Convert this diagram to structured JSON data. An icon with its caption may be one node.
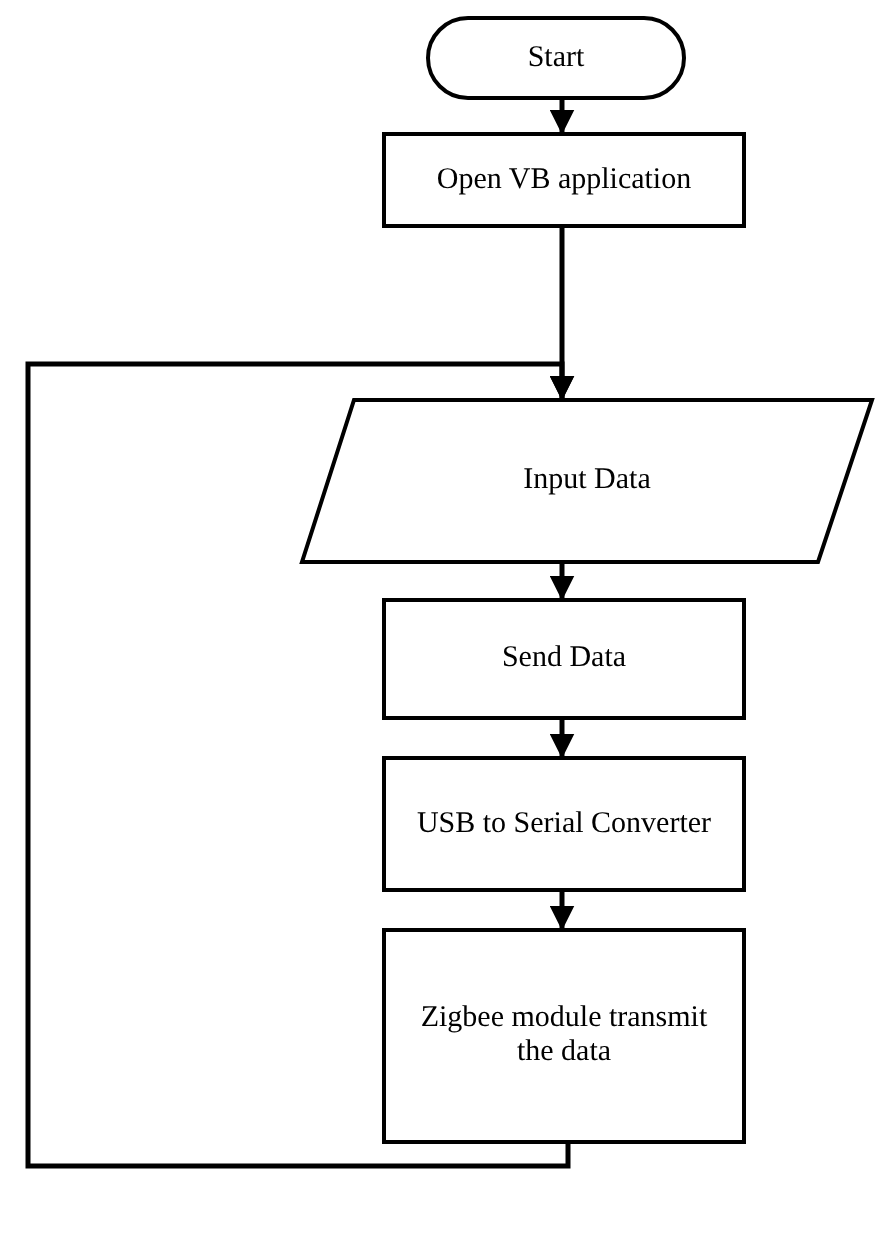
{
  "diagram": {
    "nodes": [
      {
        "text": [
          "Start"
        ]
      },
      {
        "text": [
          "Open VB application"
        ]
      },
      {
        "text": [
          "Input Data"
        ]
      },
      {
        "text": [
          "Send Data"
        ]
      },
      {
        "text": [
          "USB to Serial Converter"
        ]
      },
      {
        "text": [
          "Zigbee module transmit the data"
        ]
      }
    ],
    "edges": [
      {
        "from": 0,
        "to": 1,
        "arrow": "to"
      },
      {
        "from": 1,
        "to": 2,
        "arrow": "to"
      },
      {
        "from": 2,
        "to": 3,
        "arrow": "to"
      },
      {
        "from": 3,
        "to": 4,
        "arrow": "to"
      },
      {
        "from": 4,
        "to": 5,
        "arrow": "to"
      },
      {
        "from": 5,
        "to": 2,
        "arrow": "to"
      }
    ]
  }
}
